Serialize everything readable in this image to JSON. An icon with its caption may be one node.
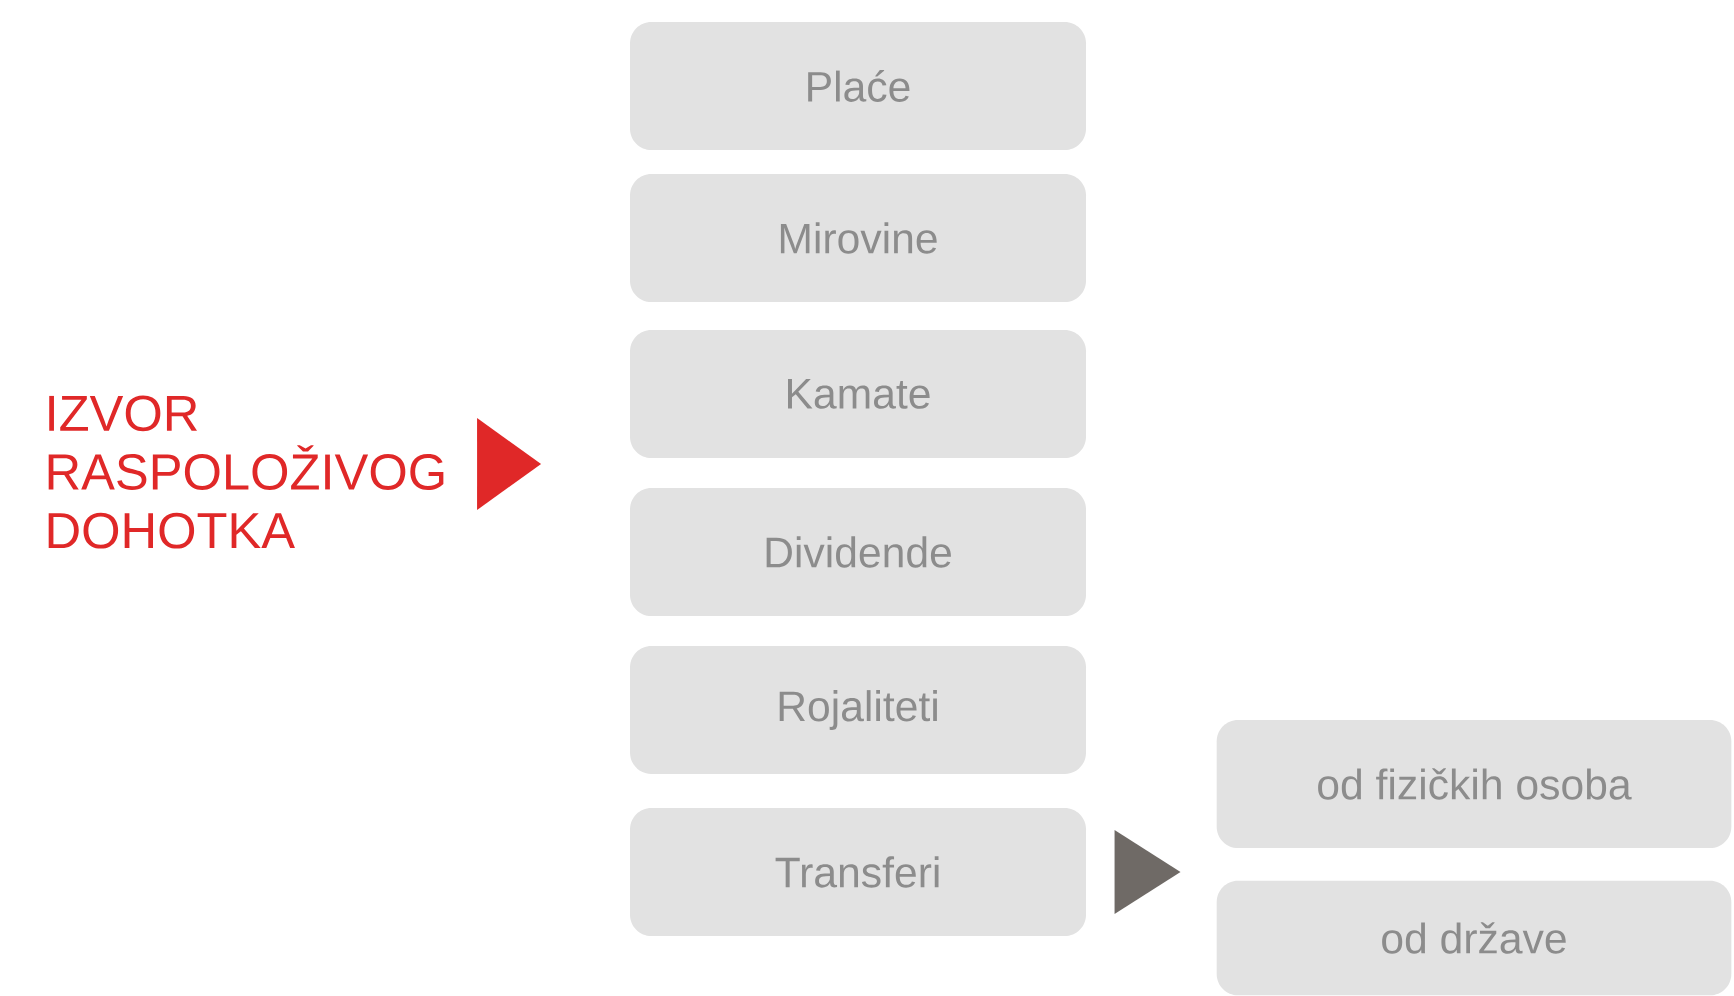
{
  "diagram": {
    "nodes": [
      {
        "text": [
          "IZVOR RASPOLOŽIVOG DOHOTKA"
        ]
      },
      {
        "text": [
          "Plaće"
        ]
      },
      {
        "text": [
          "Mirovine"
        ]
      },
      {
        "text": [
          "Kamate"
        ]
      },
      {
        "text": [
          "Dividende"
        ]
      },
      {
        "text": [
          "Rojaliteti"
        ]
      },
      {
        "text": [
          "Transferi"
        ]
      },
      {
        "text": [
          "od fizičkih osoba"
        ]
      },
      {
        "text": [
          "od države"
        ]
      }
    ],
    "edges": [
      {
        "from": 0,
        "to": null,
        "arrow": "to",
        "color": "#e02828"
      },
      {
        "from": 6,
        "to": null,
        "arrow": "to",
        "color": "#6f6a66"
      }
    ]
  }
}
